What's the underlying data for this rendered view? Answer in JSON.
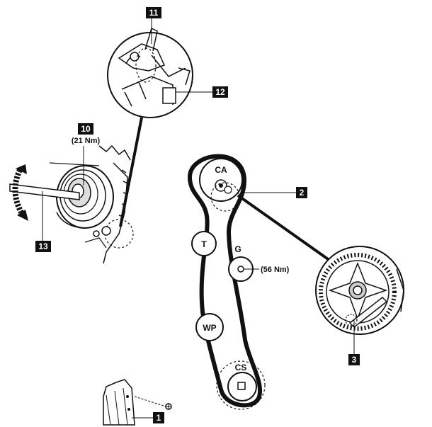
{
  "callouts": {
    "c1": "1",
    "c2": "2",
    "c3": "3",
    "c10": "10",
    "c11": "11",
    "c12": "12",
    "c13": "13"
  },
  "pulleys": {
    "ca": "CA",
    "t": "T",
    "g": "G",
    "wp": "WP",
    "cs": "CS"
  },
  "torques": {
    "tensioner_bolt": "(21 Nm)",
    "idler_bolt": "(56 Nm)"
  }
}
